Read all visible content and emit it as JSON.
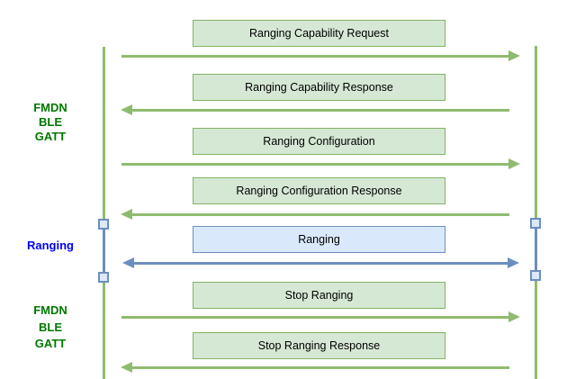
{
  "diagram": {
    "kind": "sequence-diagram",
    "topic": "Ranging protocol message flow"
  },
  "phases": [
    {
      "id": "fmdn-ble-gatt-top",
      "lines": [
        "FMDN",
        "BLE",
        "GATT"
      ],
      "color": "#007700"
    },
    {
      "id": "ranging",
      "lines": [
        "Ranging"
      ],
      "color": "#0000ff"
    },
    {
      "id": "fmdn-ble-gatt-bottom",
      "lines": [
        "FMDN",
        "BLE",
        "GATT"
      ],
      "color": "#007700"
    }
  ],
  "messages": [
    {
      "label": "Ranging Capability Request",
      "direction": "right",
      "scheme": "green"
    },
    {
      "label": "Ranging Capability Response",
      "direction": "left",
      "scheme": "green"
    },
    {
      "label": "Ranging Configuration",
      "direction": "right",
      "scheme": "green"
    },
    {
      "label": "Ranging Configuration Response",
      "direction": "left",
      "scheme": "green"
    },
    {
      "label": "Ranging",
      "direction": "both",
      "scheme": "blue"
    },
    {
      "label": "Stop Ranging",
      "direction": "right",
      "scheme": "green"
    },
    {
      "label": "Stop Ranging Response",
      "direction": "left",
      "scheme": "green"
    }
  ],
  "colors": {
    "background": "#ffffff",
    "green_fill": "#d5e8d4",
    "green_stroke": "#82b366",
    "green_line": "#8fbb6f",
    "blue_fill": "#dae8fc",
    "blue_stroke": "#6c8ebf",
    "activation_fill": "#dce9fb",
    "label_green": "#007700",
    "label_blue": "#0000ff",
    "text": "#000000"
  }
}
